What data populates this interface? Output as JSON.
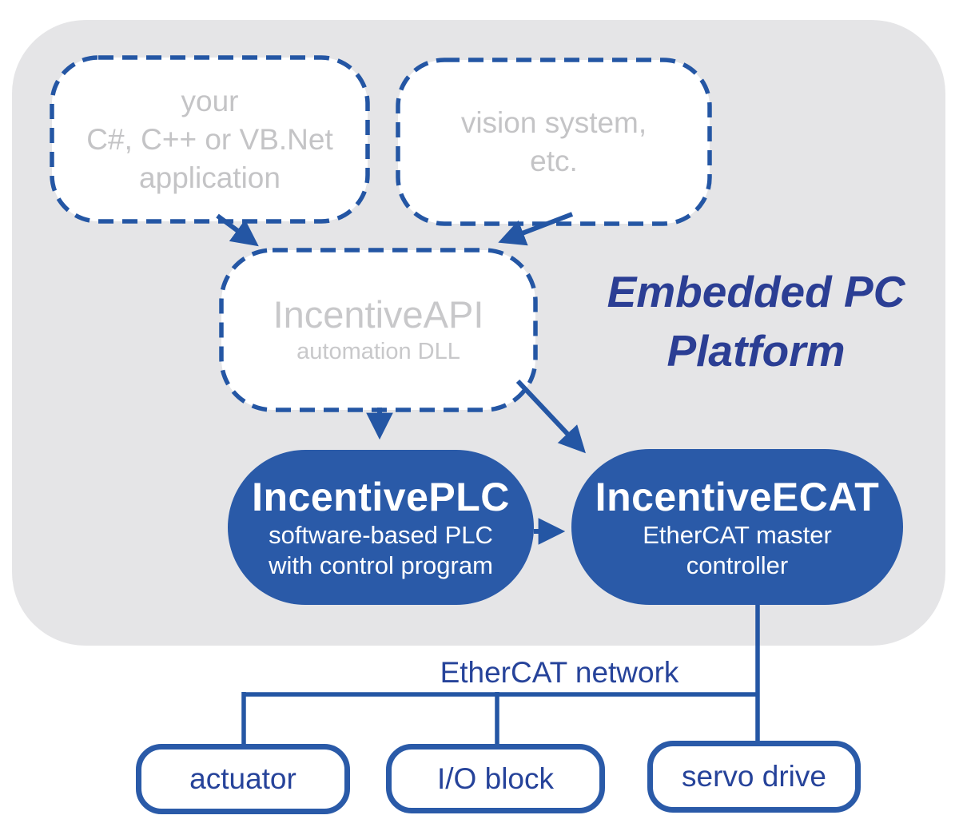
{
  "colors": {
    "primary_blue": "#2a5aa8",
    "line_blue": "#2456a4",
    "title_blue": "#2b3e94",
    "label_blue": "#26439a",
    "panel_gray": "#e5e5e7",
    "ghost_text_gray": "#c4c4c6",
    "white": "#ffffff"
  },
  "platform_title": {
    "line1": "Embedded PC",
    "line2": "Platform"
  },
  "nodes": {
    "app": {
      "lines": [
        "your",
        "C#, C++ or VB.Net",
        "application"
      ],
      "style": "dashed"
    },
    "vision": {
      "lines": [
        "vision system,",
        "etc."
      ],
      "style": "dashed"
    },
    "api": {
      "title": "IncentiveAPI",
      "subtitle": "automation DLL",
      "style": "dashed"
    },
    "plc": {
      "title": "IncentivePLC",
      "subtitle_lines": [
        "software-based PLC",
        "with control program"
      ],
      "style": "solid"
    },
    "ecat": {
      "title": "IncentiveECAT",
      "subtitle_lines": [
        "EtherCAT master",
        "controller"
      ],
      "style": "solid"
    },
    "actuator": {
      "label": "actuator",
      "style": "outlined"
    },
    "io_block": {
      "label": "I/O block",
      "style": "outlined"
    },
    "servo_drive": {
      "label": "servo drive",
      "style": "outlined"
    }
  },
  "network_label": "EtherCAT network",
  "edges": [
    {
      "from": "app",
      "to": "api",
      "type": "arrow"
    },
    {
      "from": "vision",
      "to": "api",
      "type": "arrow"
    },
    {
      "from": "api",
      "to": "plc",
      "type": "arrow"
    },
    {
      "from": "api",
      "to": "ecat",
      "type": "arrow"
    },
    {
      "from": "plc",
      "to": "ecat",
      "type": "arrow"
    },
    {
      "from": "ecat",
      "to": "ethercat-network",
      "type": "line"
    },
    {
      "from": "ethercat-network",
      "to": "actuator",
      "type": "line"
    },
    {
      "from": "ethercat-network",
      "to": "io_block",
      "type": "line"
    },
    {
      "from": "ethercat-network",
      "to": "servo_drive",
      "type": "line"
    }
  ]
}
